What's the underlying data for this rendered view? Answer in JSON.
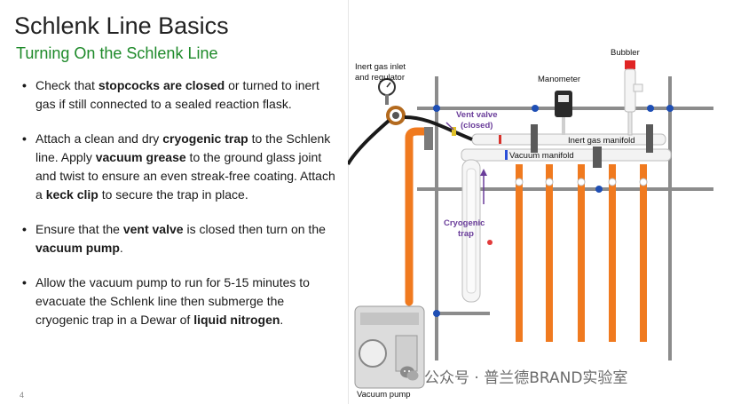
{
  "slide": {
    "title": "Schlenk Line Basics",
    "subtitle": "Turning On the Schlenk Line",
    "page_number": "4"
  },
  "bullets": [
    {
      "segments": [
        {
          "t": "Check that ",
          "b": false
        },
        {
          "t": "stopcocks are closed",
          "b": true
        },
        {
          "t": " or turned to inert gas if still connected to a sealed reaction flask.",
          "b": false
        }
      ]
    },
    {
      "segments": [
        {
          "t": "Attach a clean and dry ",
          "b": false
        },
        {
          "t": "cryogenic trap",
          "b": true
        },
        {
          "t": " to the Schlenk line. Apply ",
          "b": false
        },
        {
          "t": "vacuum grease",
          "b": true
        },
        {
          "t": " to the ground glass joint and twist to ensure an even streak-free coating. Attach a ",
          "b": false
        },
        {
          "t": "keck clip",
          "b": true
        },
        {
          "t": " to secure the trap in place.",
          "b": false
        }
      ]
    },
    {
      "segments": [
        {
          "t": "Ensure that the ",
          "b": false
        },
        {
          "t": "vent valve",
          "b": true
        },
        {
          "t": " is closed then turn on the ",
          "b": false
        },
        {
          "t": "vacuum pump",
          "b": true
        },
        {
          "t": ".",
          "b": false
        }
      ]
    },
    {
      "segments": [
        {
          "t": "Allow the vacuum pump to run for 5-15 minutes to evacuate the Schlenk line then submerge the cryogenic trap in a Dewar of ",
          "b": false
        },
        {
          "t": "liquid nitrogen",
          "b": true
        },
        {
          "t": ".",
          "b": false
        }
      ]
    }
  ],
  "diagram": {
    "labels": {
      "inert_gas_inlet_1": "Inert gas inlet",
      "inert_gas_inlet_2": "and regulator",
      "manometer": "Manometer",
      "bubbler": "Bubbler",
      "vent_valve_1": "Vent valve",
      "vent_valve_2": "(closed)",
      "inert_gas_manifold": "Inert gas manifold",
      "vacuum_manifold": "Vacuum manifold",
      "cryogenic_trap_1": "Cryogenic",
      "cryogenic_trap_2": "trap",
      "vacuum_pump": "Vacuum pump"
    },
    "colors": {
      "tubing": "#f07a1f",
      "frame": "#8c8c8c",
      "annotation": "#6a3d9a",
      "clamp": "#1f4fb5"
    }
  },
  "watermark": {
    "text": "公众号 · 普兰德BRAND实验室"
  }
}
